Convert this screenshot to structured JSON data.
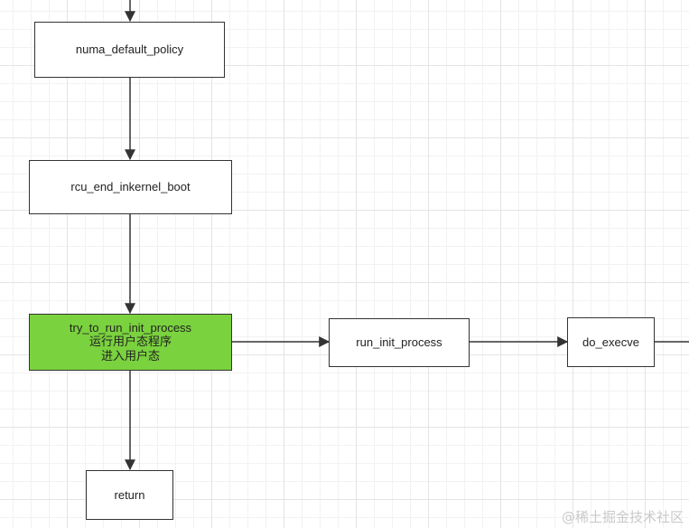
{
  "nodes": {
    "numa_default_policy": {
      "label": "numa_default_policy"
    },
    "rcu_end_inkernel_boot": {
      "label": "rcu_end_inkernel_boot"
    },
    "try_to_run_init_process": {
      "label": "try_to_run_init_process",
      "line2": "运行用户态程序",
      "line3": "进入用户态",
      "fill": "#7ad23e"
    },
    "run_init_process": {
      "label": "run_init_process"
    },
    "do_execve": {
      "label": "do_execve"
    },
    "return": {
      "label": "return"
    }
  },
  "watermark": "@稀土掘金技术社区"
}
